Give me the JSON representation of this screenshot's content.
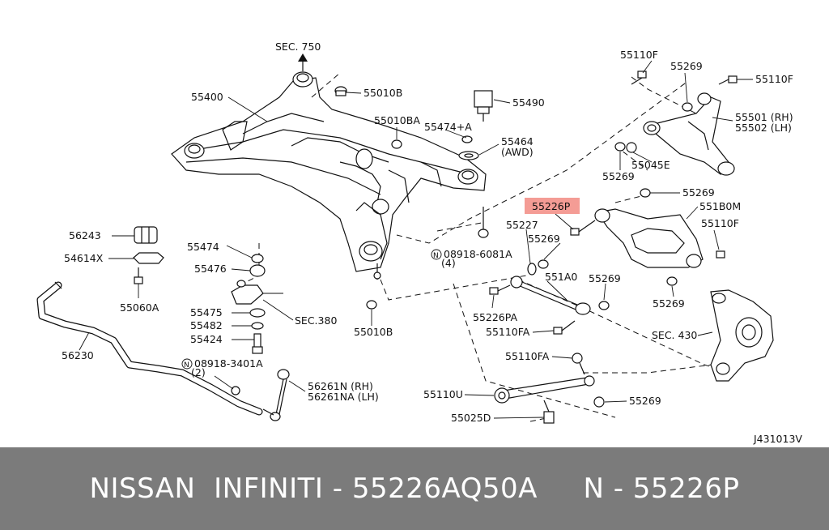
{
  "footer": {
    "brand": "NISSAN  INFINITI",
    "part_number": "55226AQ50A",
    "ref": "N - 55226P",
    "separator": " - "
  },
  "diagram_code": "J431013V",
  "highlight_color": "#f28b82",
  "labels": {
    "sec750": "SEC. 750",
    "p55400": "55400",
    "p55010B_top": "55010B",
    "p55490": "55490",
    "p55010BA": "55010BA",
    "p55474A": "55474+A",
    "p55464": "55464",
    "p55464_note": "(AWD)",
    "p55110F_a": "55110F",
    "p55269_a": "55269",
    "p55110F_b": "55110F",
    "p55501": "55501 (RH)",
    "p55502": "55502 (LH)",
    "p55269_b": "55269",
    "p55045E": "55045E",
    "p55226P": "55226P",
    "p55269_c": "55269",
    "p551B0M": "551B0M",
    "p55227": "55227",
    "p55269_d": "55269",
    "p55110F_c": "55110F",
    "p08918_6081A": "08918-6081A",
    "p08918_6081A_qty": "(4)",
    "p551A0": "551A0",
    "p55269_e": "55269",
    "p55269_f": "55269",
    "p55226PA": "55226PA",
    "p55110FA_a": "55110FA",
    "sec430": "SEC. 430",
    "p55110FA_b": "55110FA",
    "p55110U": "55110U",
    "p55269_g": "55269",
    "p55025D": "55025D",
    "p56243": "56243",
    "p54614X": "54614X",
    "p55060A": "55060A",
    "p56230": "56230",
    "p55474": "55474",
    "p55476": "55476",
    "p55475": "55475",
    "p55482": "55482",
    "p55424": "55424",
    "sec380": "SEC.380",
    "p55010B_bot": "55010B",
    "p08918_3401A": "08918-3401A",
    "p08918_3401A_qty": "(2)",
    "p56261N": "56261N (RH)",
    "p56261NA": "56261NA (LH)",
    "n_marker": "N"
  }
}
